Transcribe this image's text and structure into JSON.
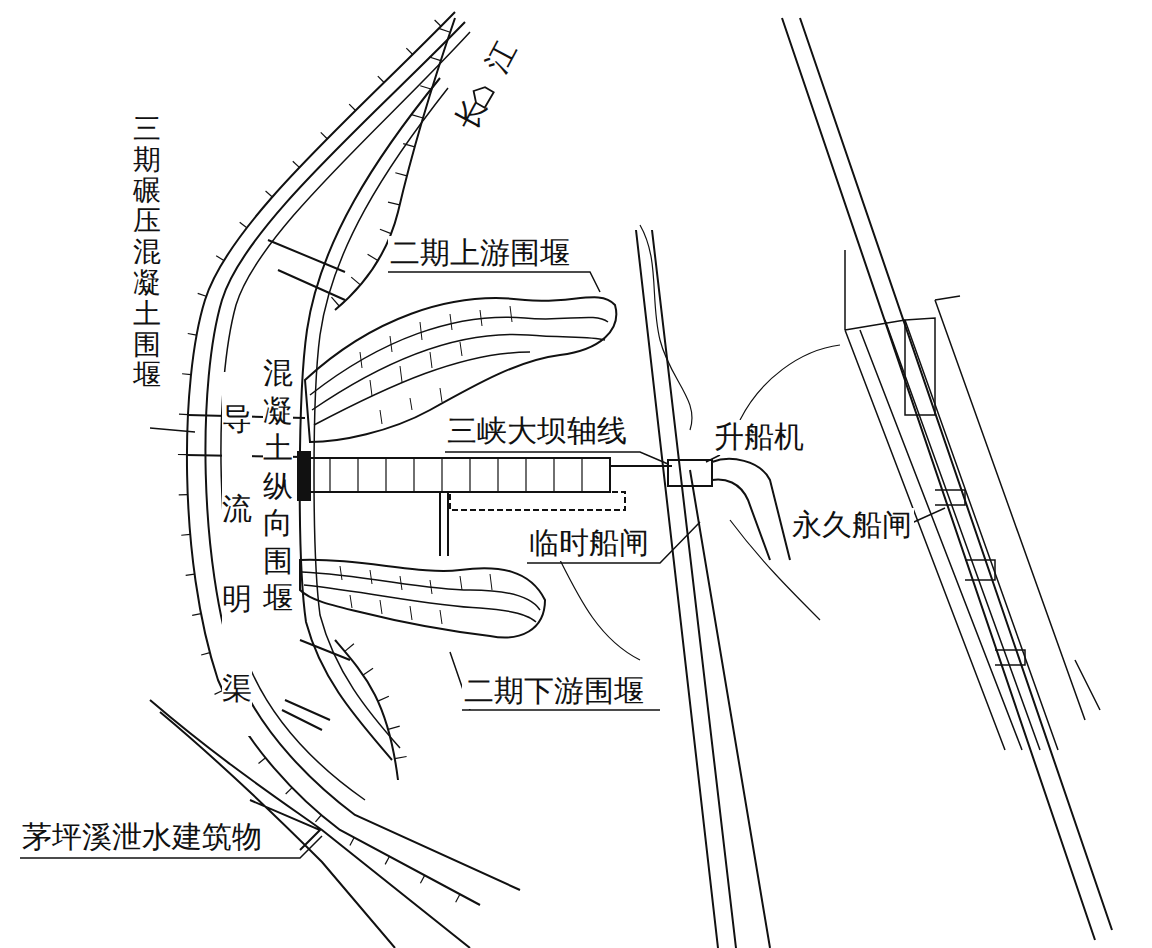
{
  "diagram": {
    "labels": [
      "长江",
      "三期碾压混凝土围堰",
      "二期上游围堰",
      "导流明渠",
      "混凝土纵向围堰",
      "三峡大坝轴线",
      "升船机",
      "临时船闸",
      "永久船闸",
      "二期下游围堰",
      "茅坪溪泄水建筑物"
    ]
  }
}
